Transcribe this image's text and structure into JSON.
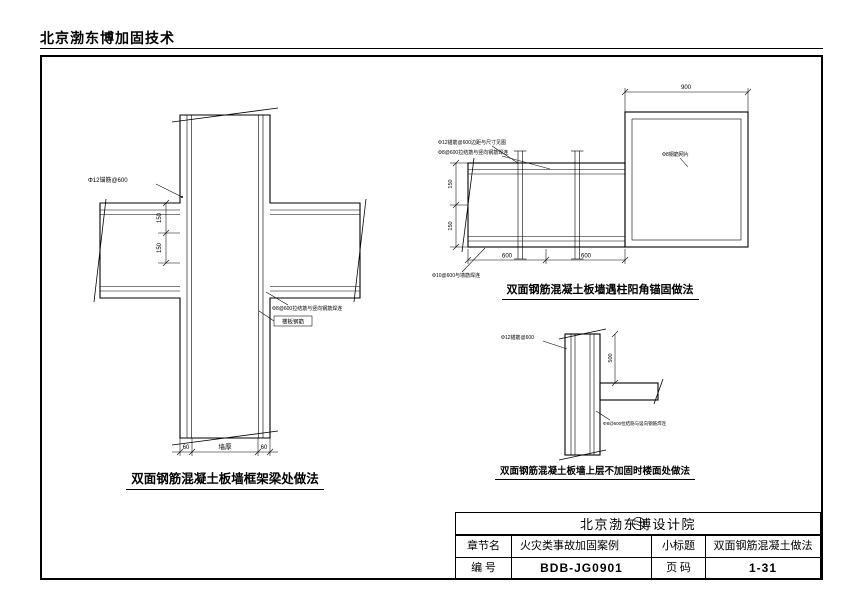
{
  "header": {
    "title": "北京渤东博加固技术"
  },
  "drawings": {
    "frame_beam": {
      "caption": "双面钢筋混凝土板墙框架梁处做法",
      "label_anchor": "Φ12锚筋@600",
      "label_tie": "Φ8@600拉结筋与竖向钢筋焊连",
      "label_slab": "楼板钢筋",
      "dim_150a": "150",
      "dim_150b": "150",
      "dim_60a": "60",
      "dim_wall": "墙厚",
      "dim_60b": "60"
    },
    "corner": {
      "caption": "双面钢筋混凝土板墙遇柱阳角锚固做法",
      "label_anchor": "Φ12锚筋@600边距与尺寸见图",
      "label_tie": "Φ8@600拉结筋与竖向钢筋焊连",
      "label_mesh": "Φ8钢筋网片",
      "label_weld": "Φ10@600与墙筋焊连",
      "dim_900": "900",
      "dim_600a": "600",
      "dim_600b": "600",
      "dim_150a": "150",
      "dim_150b": "150"
    },
    "floor": {
      "caption": "双面钢筋混凝土板墙上层不加固时楼面处做法",
      "label_anchor": "Φ12锚筋@600",
      "label_tie": "Φ8@600拉结筋与竖向钢筋焊连",
      "dim_500": "500"
    }
  },
  "title_block": {
    "company": "北京渤东博设计院",
    "rows": [
      {
        "l1": "章节名",
        "v1": "火灾类事故加固案例",
        "l2": "小标题",
        "v2": "双面钢筋混凝土做法"
      },
      {
        "l1": "编  号",
        "v1": "BDB-JG0901",
        "l2": "页  码",
        "v2": "1-31"
      }
    ]
  }
}
